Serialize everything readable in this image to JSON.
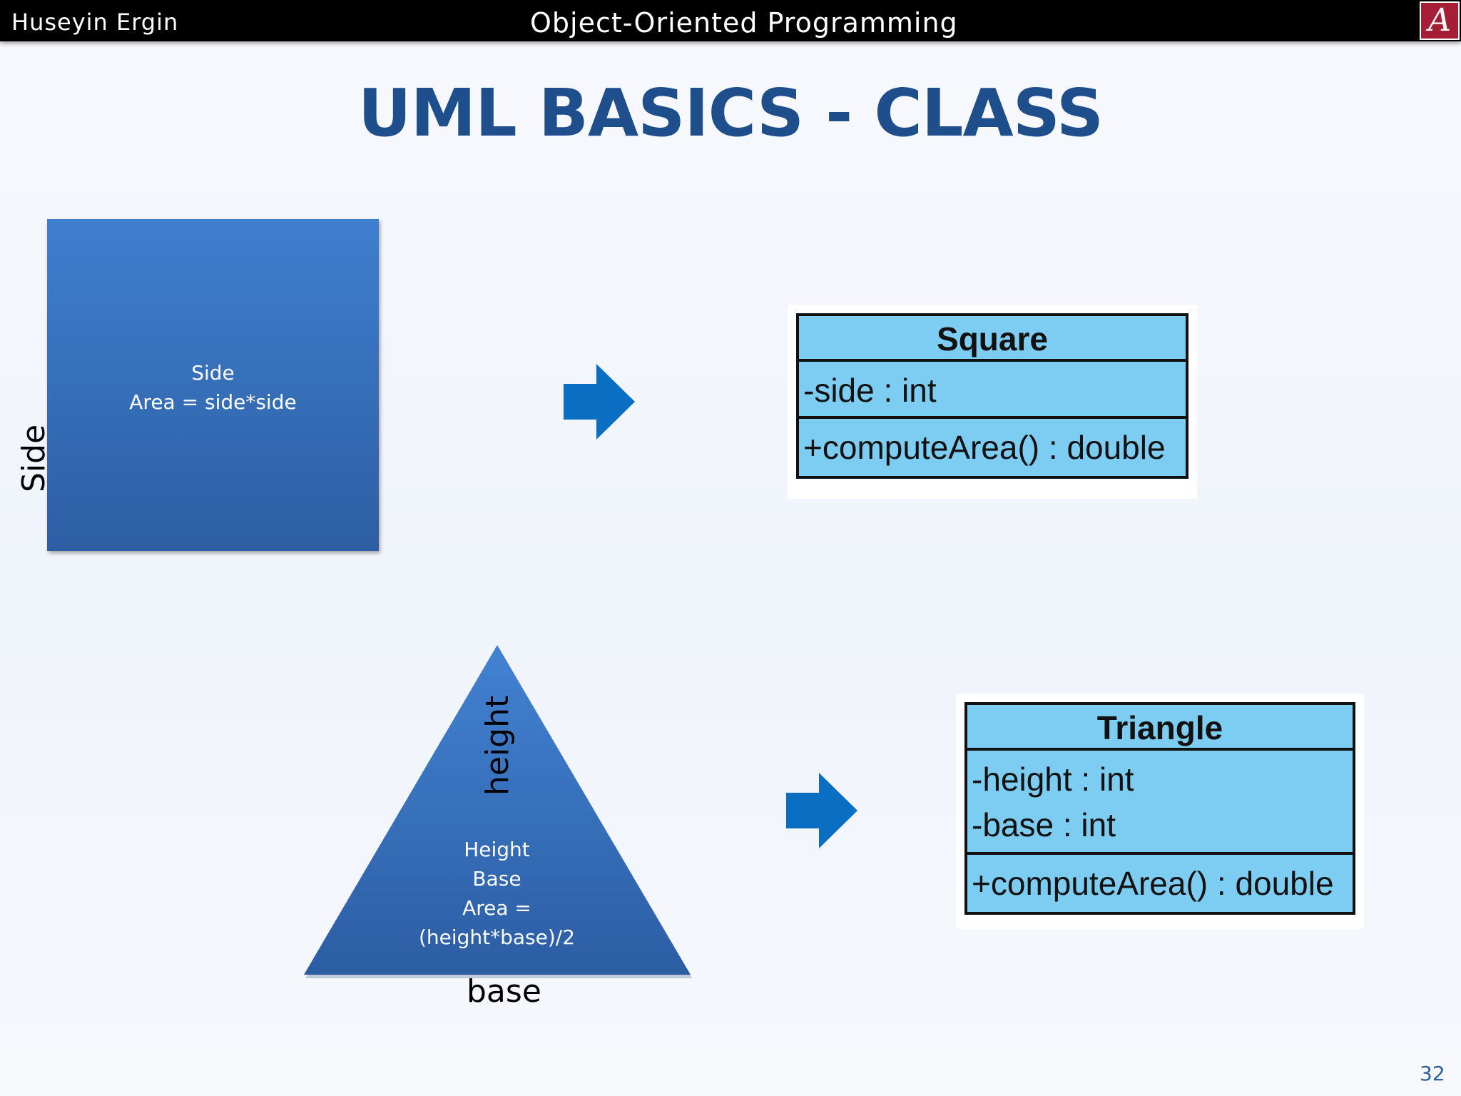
{
  "header": {
    "author": "Huseyin Ergin",
    "course": "Object-Oriented Programming",
    "logo_letter": "A"
  },
  "slide": {
    "title": "UML BASICS - CLASS",
    "page_number": "32"
  },
  "square_shape": {
    "line1": "Side",
    "line2": "Area = side*side",
    "side_label": "Side"
  },
  "triangle_shape": {
    "lines": [
      "Height",
      "Base",
      "Area =",
      "(height*base)/2"
    ],
    "height_label": "height",
    "base_label": "base"
  },
  "uml_square": {
    "name": "Square",
    "attributes": [
      "-side : int"
    ],
    "operations": [
      "+computeArea() : double"
    ]
  },
  "uml_triangle": {
    "name": "Triangle",
    "attributes": [
      "-height : int",
      "-base : int"
    ],
    "operations": [
      "+computeArea() : double"
    ]
  },
  "colors": {
    "title": "#1f4e8c",
    "shape_fill": "#3770bb",
    "uml_fill": "#7dcdf3",
    "arrow": "#0a6fc2",
    "header_bg": "#000000",
    "logo_bg": "#a51e36"
  }
}
